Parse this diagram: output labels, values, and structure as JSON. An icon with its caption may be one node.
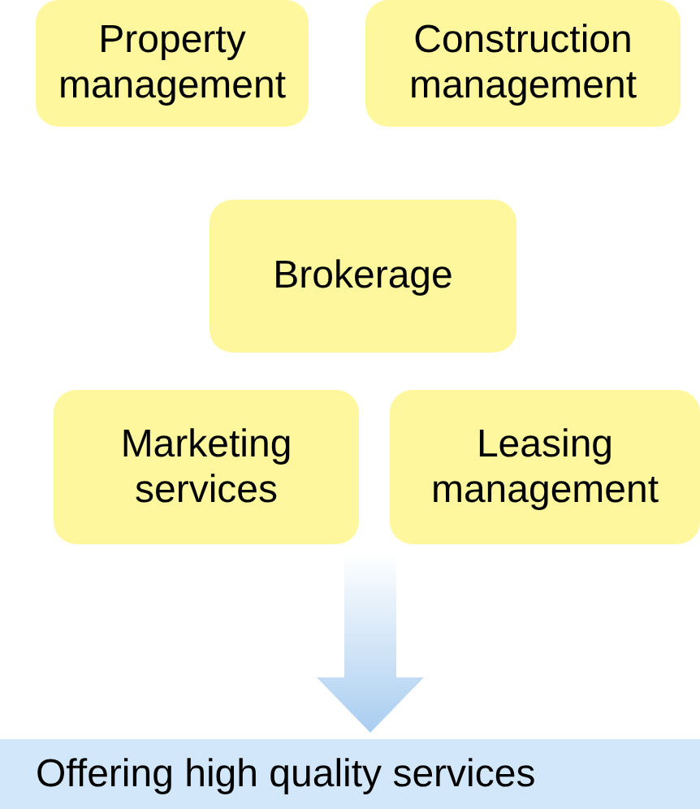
{
  "diagram": {
    "nodes": [
      {
        "text": [
          "Property management"
        ]
      },
      {
        "text": [
          "Construction management"
        ]
      },
      {
        "text": [
          "Brokerage"
        ]
      },
      {
        "text": [
          "Marketing services"
        ]
      },
      {
        "text": [
          "Leasing management"
        ]
      },
      {
        "text": [
          "Offering high quality services"
        ]
      }
    ],
    "edges": [
      {
        "from": null,
        "to": 5,
        "arrow": "to"
      }
    ]
  }
}
